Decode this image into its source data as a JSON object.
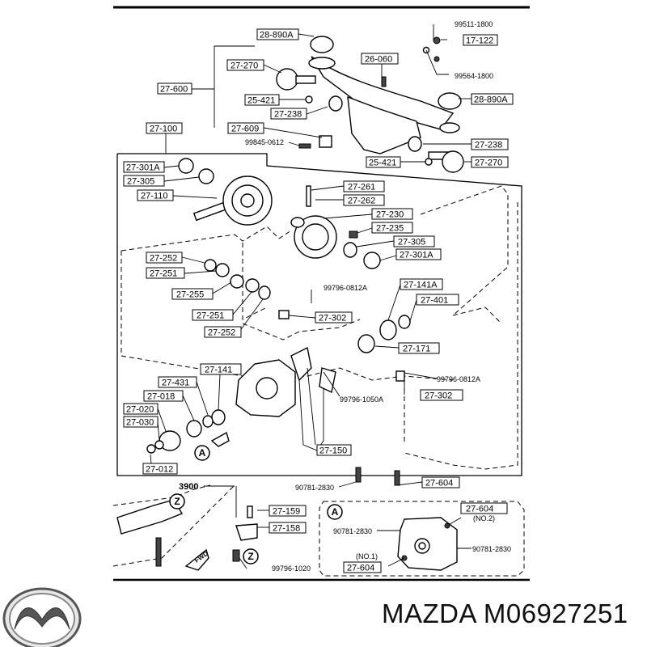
{
  "labels": {
    "l_28890A_top": "28-890A",
    "l_99511": "99511-1800",
    "l_17122": "17-122",
    "l_27270_top": "27-270",
    "l_26060": "26-060",
    "l_99564": "99564-1800",
    "l_27600": "27-600",
    "l_25421_top": "25-421",
    "l_28890A_right": "28-890A",
    "l_27238_top": "27-238",
    "l_27100": "27-100",
    "l_27609": "27-609",
    "l_99845": "99845-0612",
    "l_27238_right": "27-238",
    "l_25421_right": "25-421",
    "l_27270_right": "27-270",
    "l_27301A_left": "27-301A",
    "l_27305_left": "27-305",
    "l_27261": "27-261",
    "l_27110": "27-110",
    "l_27262": "27-262",
    "l_27230": "27-230",
    "l_27235": "27-235",
    "l_27305_right": "27-305",
    "l_27252_top": "27-252",
    "l_27301A_right": "27-301A",
    "l_27251_top": "27-251",
    "l_27141A": "27-141A",
    "l_99796_0812A_top": "99796-0812A",
    "l_27255": "27-255",
    "l_27401": "27-401",
    "l_27251_bottom": "27-251",
    "l_27302_top": "27-302",
    "l_27252_bottom": "27-252",
    "l_27171": "27-171",
    "l_27141": "27-141",
    "l_27431": "27-431",
    "l_99796_0812A_bottom": "99796-0812A",
    "l_27018": "27-018",
    "l_27302_bottom": "27-302",
    "l_99796_1050A": "99796-1050A",
    "l_27020": "27-020",
    "l_27030": "27-030",
    "l_27150": "27-150",
    "l_27012": "27-012",
    "l_90781_top": "90781-2830",
    "l_27604_mid": "27-604",
    "l_3900": "3900",
    "l_27159": "27-159",
    "l_27604_no2": "27-604",
    "l_no2": "(NO.2)",
    "l_27158": "27-158",
    "l_90781_left": "90781-2830",
    "l_90781_right": "90781-2830",
    "l_no1": "(NO.1)",
    "l_27604_no1": "27-604",
    "l_99796_1020": "99796-1020",
    "l_view_a_main": "A",
    "l_view_a_inset": "A",
    "l_view_z_1": "Z",
    "l_view_z_2": "Z",
    "l_fwd": "FWD"
  },
  "brand": {
    "caption": "MAZDA M06927251",
    "logo_name": "mazda-logo"
  }
}
